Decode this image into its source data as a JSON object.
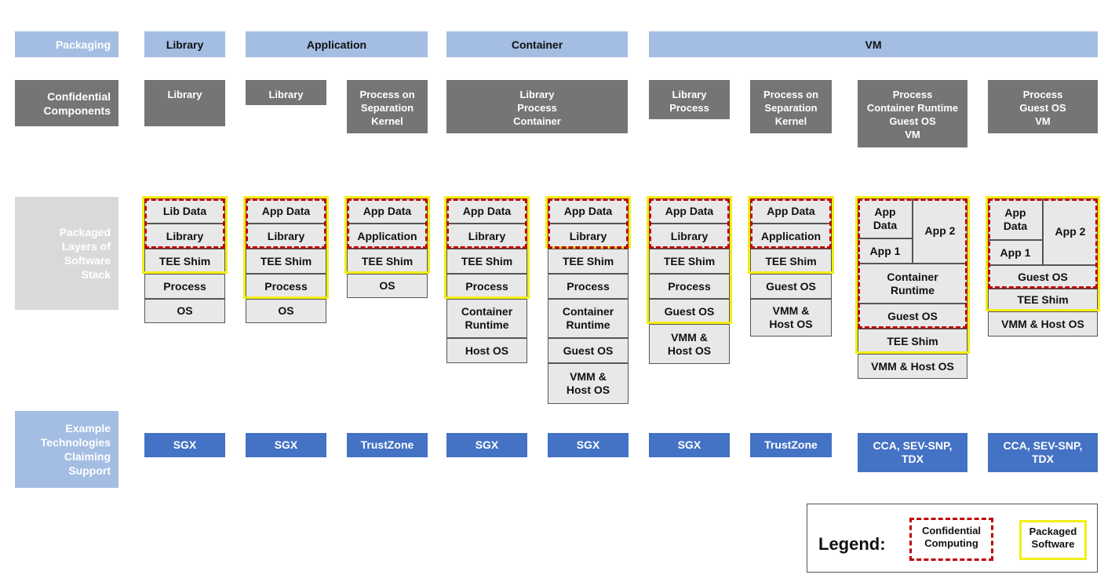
{
  "row_labels": {
    "packaging": "Packaging",
    "confidential": "Confidential\nComponents",
    "layers": "Packaged\nLayers of\nSoftware\nStack",
    "tech": "Example\nTechnologies\nClaiming\nSupport"
  },
  "packaging": [
    "Library",
    "Application",
    "Container",
    "VM"
  ],
  "confidential": [
    "Library",
    "Library",
    "Process on\nSeparation\nKernel",
    "Library\nProcess\nContainer",
    "Library\nProcess",
    "Process on\nSeparation\nKernel",
    "Process\nContainer Runtime\nGuest OS\nVM",
    "Process\nGuest OS\nVM"
  ],
  "layers": {
    "c1": [
      "Lib Data",
      "Library",
      "TEE Shim",
      "Process",
      "OS"
    ],
    "c2": [
      "App Data",
      "Library",
      "TEE Shim",
      "Process",
      "OS"
    ],
    "c3": [
      "App Data",
      "Application",
      "TEE Shim",
      "OS"
    ],
    "c4": [
      "App Data",
      "Library",
      "TEE Shim",
      "Process",
      "Container\nRuntime",
      "Host OS"
    ],
    "c5": [
      "App Data",
      "Library",
      "TEE Shim",
      "Process",
      "Container\nRuntime",
      "Guest OS",
      "VMM &\nHost OS"
    ],
    "c6": [
      "App Data",
      "Library",
      "TEE Shim",
      "Process",
      "Guest OS",
      "VMM &\nHost OS"
    ],
    "c7": [
      "App Data",
      "Application",
      "TEE Shim",
      "Guest OS",
      "VMM &\nHost OS"
    ],
    "c8": [
      "App\nData",
      "App 2",
      "App 1",
      "Container\nRuntime",
      "Guest OS",
      "TEE Shim",
      "VMM & Host OS"
    ],
    "c9": [
      "App\nData",
      "App 2",
      "App 1",
      "Guest OS",
      "TEE Shim",
      "VMM & Host OS"
    ]
  },
  "tech": [
    "SGX",
    "SGX",
    "TrustZone",
    "SGX",
    "SGX",
    "SGX",
    "TrustZone",
    "CCA, SEV-SNP,\nTDX",
    "CCA, SEV-SNP,\nTDX"
  ],
  "legend": {
    "title": "Legend:",
    "confidential": "Confidential\nComputing",
    "packaged": "Packaged\nSoftware"
  },
  "colors": {
    "packaging_fill": "#a4bde3",
    "confidential_fill": "#757575",
    "layer_fill": "#e8e8e8",
    "tech_fill": "#4472c4",
    "packaged_outline": "#f2ee16",
    "confidential_outline": "#c00000"
  }
}
